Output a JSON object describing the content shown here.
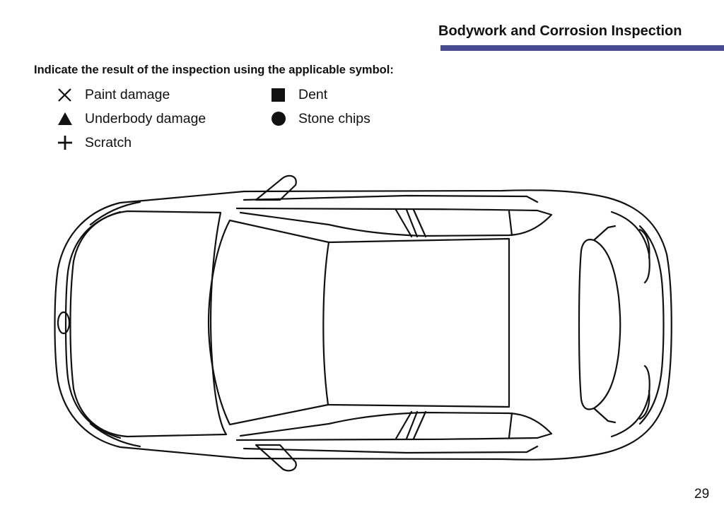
{
  "header": {
    "title": "Bodywork and Corrosion Inspection",
    "accent_color": "#454b8e"
  },
  "instruction": "Indicate the result of the inspection using the applicable symbol:",
  "legend": {
    "items": [
      {
        "symbol": "cross-icon",
        "label": "Paint damage"
      },
      {
        "symbol": "triangle-icon",
        "label": "Underbody damage"
      },
      {
        "symbol": "plus-icon",
        "label": "Scratch"
      },
      {
        "symbol": "square-icon",
        "label": "Dent"
      },
      {
        "symbol": "circle-icon",
        "label": "Stone chips"
      }
    ]
  },
  "diagram": {
    "subject": "car-top-view-outline",
    "line_color": "#111111"
  },
  "footer": {
    "page_number": "29"
  }
}
